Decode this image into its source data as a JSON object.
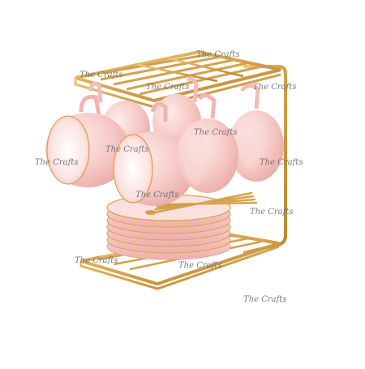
{
  "product": {
    "subject": "Pink marble porcelain cup and saucer set on gold metal display rack",
    "cup_count": 6,
    "saucer_count": 6,
    "spoon_count": 6
  },
  "watermark": {
    "text": "The Crafts"
  },
  "colors": {
    "background": "#ffffff",
    "gold": "#d4a24a",
    "gold_dark": "#b98530",
    "porcelain_pink": "#f6c9c6",
    "porcelain_light": "#fbe3e1",
    "porcelain_shadow": "#e9a9a6",
    "watermark": "#6b6b6b"
  }
}
